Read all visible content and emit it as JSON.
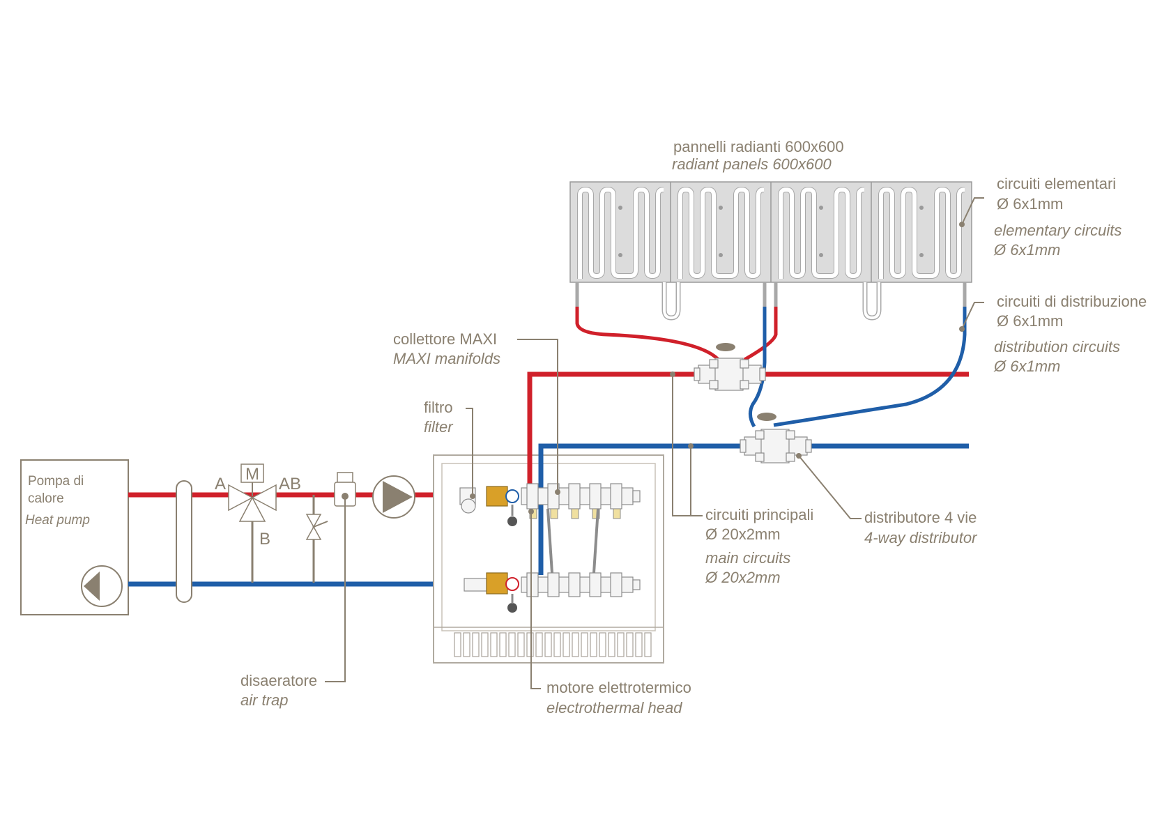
{
  "labels": {
    "heat_pump_it_1": "Pompa di",
    "heat_pump_it_2": "calore",
    "heat_pump_en": "Heat pump",
    "valve_a": "A",
    "valve_ab": "AB",
    "valve_b": "B",
    "valve_motor": "M",
    "panels_it": "pannelli radianti 600x600",
    "panels_en": "radiant panels 600x600",
    "elementary_it_1": "circuiti elementari",
    "elementary_it_2": "Ø 6x1mm",
    "elementary_en_1": "elementary circuits",
    "elementary_en_2": "Ø 6x1mm",
    "distribution_it_1": "circuiti di distribuzione",
    "distribution_it_2": "Ø 6x1mm",
    "distribution_en_1": "distribution circuits",
    "distribution_en_2": "Ø 6x1mm",
    "manifold_it": "collettore MAXI",
    "manifold_en": "MAXI manifolds",
    "filter_it": "filtro",
    "filter_en": "filter",
    "main_it_1": "circuiti principali",
    "main_it_2": "Ø 20x2mm",
    "main_en_1": "main circuits",
    "main_en_2": "Ø 20x2mm",
    "distributor_it": "distributore 4 vie",
    "distributor_en": "4-way distributor",
    "airtrap_it": "disaeratore",
    "airtrap_en": "air trap",
    "motor_it": "motore elettrotermico",
    "motor_en": "electrothermal head"
  },
  "colors": {
    "supply_pipe": "#d0202a",
    "return_pipe": "#1f5ea8",
    "label_text": "#8a8070"
  }
}
